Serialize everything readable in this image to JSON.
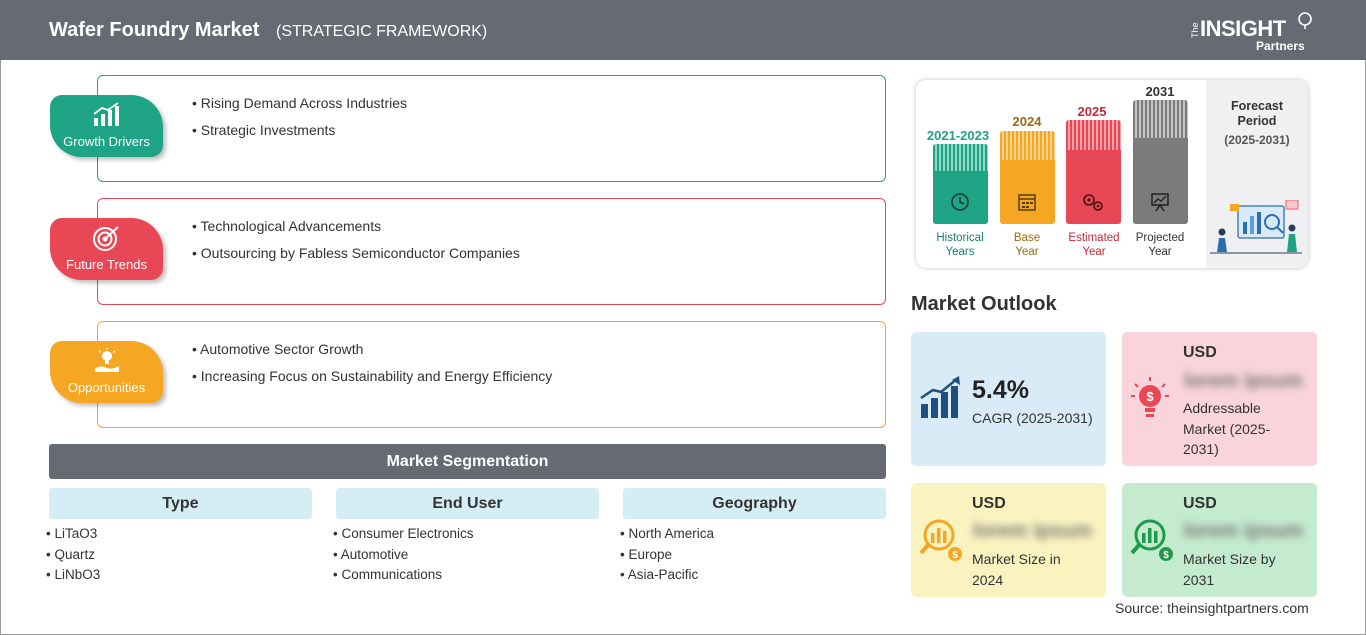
{
  "header": {
    "title": "Wafer Foundry Market",
    "subtitle": "(STRATEGIC FRAMEWORK)",
    "logo": {
      "the": "The",
      "insight": "INSIGHT",
      "partners": "Partners"
    }
  },
  "framework": [
    {
      "label": "Growth Drivers",
      "color": "#1ea385",
      "icon": "growth-chart-icon",
      "items": [
        "Rising Demand Across Industries",
        "Strategic Investments"
      ]
    },
    {
      "label": "Future Trends",
      "color": "#e84855",
      "icon": "target-icon",
      "items": [
        "Technological Advancements",
        "Outsourcing by Fabless Semiconductor Companies"
      ]
    },
    {
      "label": "Opportunities",
      "color": "#f5a623",
      "icon": "lightbulb-hand-icon",
      "items": [
        "Automotive Sector Growth",
        "Increasing Focus on Sustainability and Energy Efficiency"
      ]
    }
  ],
  "segmentation": {
    "title": "Market Segmentation",
    "columns": [
      {
        "heading": "Type",
        "items": [
          "LiTaO3",
          "Quartz",
          "LiNbO3"
        ]
      },
      {
        "heading": "End User",
        "items": [
          "Consumer Electronics",
          "Automotive",
          "Communications"
        ]
      },
      {
        "heading": "Geography",
        "items": [
          "North America",
          "Europe",
          "Asia-Pacific"
        ]
      }
    ]
  },
  "timeline": {
    "periods": [
      {
        "year": "2021-2023",
        "label_line1": "Historical",
        "label_line2": "Years",
        "color": "#1ea385",
        "icon": "history-clock-icon"
      },
      {
        "year": "2024",
        "label_line1": "Base",
        "label_line2": "Year",
        "color": "#f5a623",
        "icon": "calendar-icon"
      },
      {
        "year": "2025",
        "label_line1": "Estimated",
        "label_line2": "Year",
        "color": "#e84855",
        "icon": "gears-icon"
      },
      {
        "year": "2031",
        "label_line1": "Projected",
        "label_line2": "Year",
        "color": "#7b7b7b",
        "icon": "presentation-icon"
      }
    ],
    "forecast_title_line1": "Forecast",
    "forecast_title_line2": "Period",
    "forecast_range": "(2025-2031)"
  },
  "outlook": {
    "title": "Market Outlook",
    "cagr": {
      "value": "5.4%",
      "label": "CAGR (2025-2031)",
      "color": "#d8ebf6"
    },
    "addressable": {
      "currency": "USD",
      "value": "lorem ipsum",
      "label_line1": "Addressable",
      "label_line2": "Market (2025-",
      "label_line3": "2031)",
      "color": "#f9d5db"
    },
    "size2024": {
      "currency": "USD",
      "value": "lorem ipsum",
      "label_line1": "Market Size in",
      "label_line2": "2024",
      "color": "#fbf3bf"
    },
    "size2031": {
      "currency": "USD",
      "value": "lorem ipsum",
      "label_line1": "Market Size by",
      "label_line2": "2031",
      "color": "#c4ebce"
    }
  },
  "source": "Source: theinsightpartners.com"
}
